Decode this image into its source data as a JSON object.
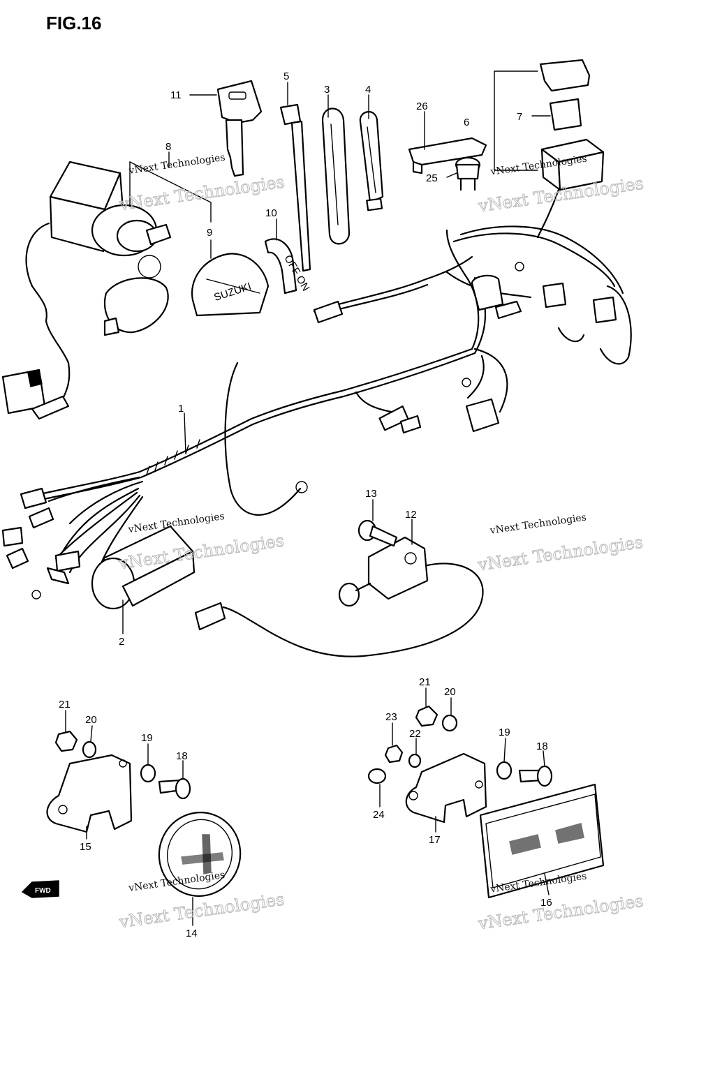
{
  "figure": {
    "title": "FIG.16"
  },
  "callouts": [
    "1",
    "2",
    "3",
    "4",
    "5",
    "6",
    "7",
    "8",
    "9",
    "10",
    "11",
    "12",
    "13",
    "14",
    "15",
    "16",
    "17",
    "18",
    "19",
    "20",
    "21",
    "22",
    "23",
    "24",
    "25",
    "26"
  ],
  "direction_badge": "FWD",
  "watermark": {
    "line1": "vNext Technologies",
    "line2": "vNext Technologies"
  },
  "stamped_text": {
    "ignition_cover": "SUZUKI",
    "switch_positions": "OFF ON"
  }
}
